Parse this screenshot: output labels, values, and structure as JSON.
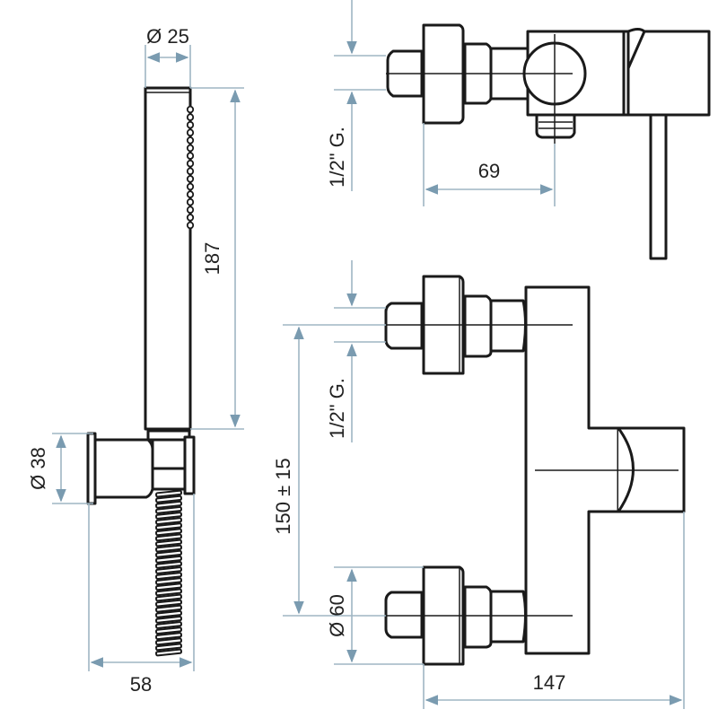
{
  "colors": {
    "outline": "#1a1a1a",
    "dimension_line": "#9fb6c3",
    "arrow": "#7a9bb0",
    "text": "#222222"
  },
  "dimensions": {
    "shower_diameter": "Ø 25",
    "shower_length": "187",
    "holder_diameter": "Ø 38",
    "holder_depth": "58",
    "thread_top": "1/2\" G.",
    "thread_front": "1/2\" G.",
    "outlet_offset": "69",
    "center_distance": "150 ± 15",
    "flange_diameter": "Ø 60",
    "total_depth": "147"
  }
}
